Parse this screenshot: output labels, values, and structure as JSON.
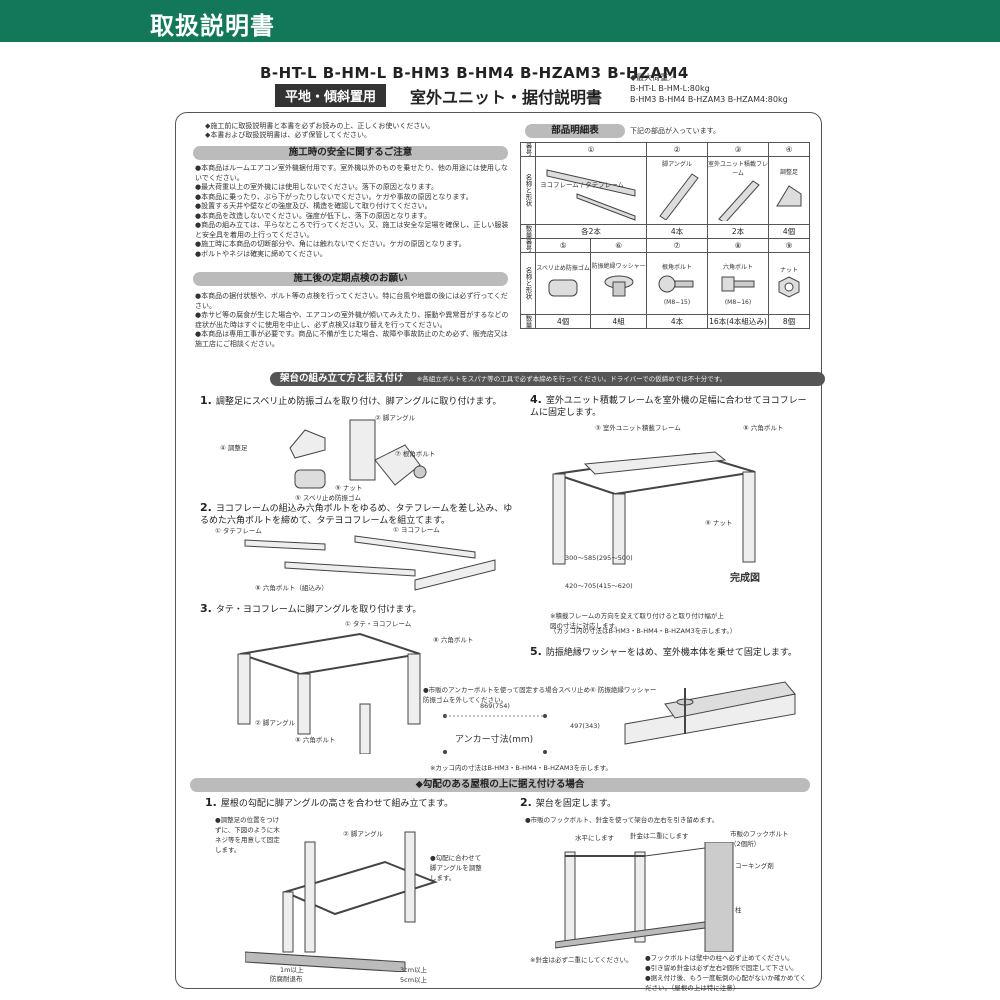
{
  "header": {
    "title": "取扱説明書"
  },
  "models": "B-HT-L B-HM-L B-HM3 B-HM4 B-HZAM3 B-HZAM4",
  "subtitle": {
    "badge": "平地・傾斜置用",
    "main": "室外ユニット・据付説明書"
  },
  "max_load": {
    "title": "◆最大荷重／",
    "line1": "B-HT-L B-HM-L:80kg",
    "line2": "B-HM3 B-HM4 B-HZAM3 B-HZAM4:80kg"
  },
  "intro": [
    "◆施工前に取扱説明書と本書を必ずお読みの上、正しくお使いください。",
    "◆本書および取扱説明書は、必ず保管してください。"
  ],
  "safety": {
    "title": "施工時の安全に関するご注意",
    "items": [
      "●本商品はルームエアコン室外機据付用です。室外機以外のものを乗せたり、他の用途には使用しないでください。",
      "●最大荷重以上の室外機には使用しないでください。落下の原因となります。",
      "●本商品に乗ったり、ぶら下がったりしないでください。ケガや事故の原因となります。",
      "●設置する天井や壁などの強度及び、構造を確認して取り付けてください。",
      "●本商品を改造しないでください。強度が低下し、落下の原因となります。",
      "●商品の組み立ては、平らなところで行ってください。又、施工は安全な足場を確保し、正しい服装と安全具を着用の上行ってください。",
      "●施工時に本商品の切断部分や、角には触れないでください。ケガの原因となります。",
      "●ボルトやネジは確実に締めてください。"
    ]
  },
  "inspection": {
    "title": "施工後の定期点検のお願い",
    "items": [
      "●本商品の据付状態や、ボルト等の点検を行ってください。特に台風や地震の後には必ず行ってください。",
      "●赤サビ等の腐食が生じた場合や、エアコンの室外機が傾いてみえたり、振動や異常音がするなどの症状が出た時はすぐに使用を中止し、必ず点検又は取り替えを行ってください。",
      "●本商品は専用工事が必要です。商品に不備が生じた場合、故障や事故防止のため必ず、販売店又は施工店にご相談ください。"
    ]
  },
  "parts": {
    "title": "部品明細表",
    "note": "下記の部品が入っています。",
    "row_labels": {
      "number": "番号",
      "name_shape": "名称と形状",
      "quantity": "数量"
    },
    "row1": [
      {
        "no": "①",
        "name": "ヨコフレーム / タテフレーム",
        "qty": "各2本"
      },
      {
        "no": "②",
        "name": "脚アングル",
        "qty": "4本"
      },
      {
        "no": "③",
        "name": "室外ユニット積載フレーム",
        "qty": "2本"
      },
      {
        "no": "④",
        "name": "調整足",
        "qty": "4個"
      }
    ],
    "row2": [
      {
        "no": "⑤",
        "name": "スベリ止め防振ゴム",
        "sub": "",
        "qty": "4個"
      },
      {
        "no": "⑥",
        "name": "防振絶縁ワッシャー",
        "sub": "",
        "qty": "4組"
      },
      {
        "no": "⑦",
        "name": "根角ボルト",
        "sub": "(M8−15)",
        "qty": "4本"
      },
      {
        "no": "⑧",
        "name": "六角ボルト",
        "sub": "(M8−16)",
        "qty": "16本(4本組込み)"
      },
      {
        "no": "⑨",
        "name": "ナット",
        "sub": "",
        "qty": "8個"
      }
    ]
  },
  "assembly": {
    "title": "架台の組み立て方と据え付け",
    "note": "※各組立ボルトをスパナ等の工具で必ず本締めを行ってください。ドライバーでの仮締めでは不十分です。",
    "steps": [
      {
        "num": "1.",
        "text": "調整足にスベリ止め防振ゴムを取り付け、脚アングルに取り付けます。"
      },
      {
        "num": "2.",
        "text": "ヨコフレームの組込み六角ボルトをゆるめ、タテフレームを差し込み、ゆるめた六角ボルトを締めて、タテヨコフレームを組立てます。"
      },
      {
        "num": "3.",
        "text": "タテ・ヨコフレームに脚アングルを取り付けます。"
      },
      {
        "num": "4.",
        "text": "室外ユニット積載フレームを室外機の足幅に合わせてヨコフレームに固定します。"
      },
      {
        "num": "5.",
        "text": "防振絶縁ワッシャーをはめ、室外機本体を乗せて固定します。"
      }
    ],
    "labels": {
      "adjust_foot": "④ 調整足",
      "leg_angle": "② 脚アングル",
      "square_bolt": "⑦ 根角ボルト",
      "nut": "⑨ ナット",
      "rubber": "⑤ スベリ止め防振ゴム",
      "yoko": "① ヨコフレーム",
      "tate": "① タテフレーム",
      "hex_bolt_inc": "⑧ 六角ボルト（組込み）",
      "tate_yoko": "① タテ・ヨコフレーム",
      "hex_bolt": "⑧ 六角ボルト",
      "loading_frame": "③ 室外ユニット積載フレーム",
      "washer": "⑥ 防振絶縁ワッシャー",
      "complete": "完成図",
      "dim1": "300〜585(295〜500)",
      "dim2": "420〜705(415〜620)",
      "dim_note1": "※積載フレームの方向を変えて取り付けると取り付け幅が上図の寸法に対応します。",
      "dim_note2": "（カッコ内の寸法はB-HM3・B-HM4・B-HZAM3を示します。）",
      "anchor_note": "●市販のアンカーボルトを使って固定する場合スベリ止め防振ゴムを外してください。",
      "anchor_w": "869(754)",
      "anchor_title": "アンカー寸法(mm)",
      "anchor_h": "497(343)",
      "anchor_foot": "※カッコ内の寸法はB-HM3・B-HM4・B-HZAM3を示します。"
    }
  },
  "roof": {
    "title": "◆勾配のある屋根の上に据え付ける場合",
    "steps": [
      {
        "num": "1.",
        "text": "屋根の勾配に脚アングルの高さを合わせて組み立てます。"
      },
      {
        "num": "2.",
        "text": "架台を固定します。"
      }
    ],
    "labels": {
      "adjust_note": "●調整足の位置をつけずに、下図のように木ネジ等を用意して固定します。",
      "leg_angle": "② 脚アングル",
      "slope_note": "●勾配に合わせて脚アングルを調整します。",
      "one_m": "1m以上",
      "mat": "防腐耐退布",
      "three_cm": "3cm以上",
      "five_cm": "5cm以上",
      "hook_note": "●市販のフックボルト、針金を使って架台の左右を引き留めます。",
      "level": "水平にします",
      "wire": "針金は二重にします",
      "hook_bolt": "市販のフックボルト（2個所）",
      "caulk": "コーキング剤",
      "pillar": "柱",
      "wire_note": "※針金は必ず二重にしてください。",
      "tips": [
        "●フックボルトは壁中の柱へ必ず止めてください。",
        "●引き留め針金は必ず左右2個所で固定して下さい。",
        "●据え付け後、もう一度転倒の心配がないか確かめてください。（屋根の上は特に注意）"
      ]
    }
  }
}
